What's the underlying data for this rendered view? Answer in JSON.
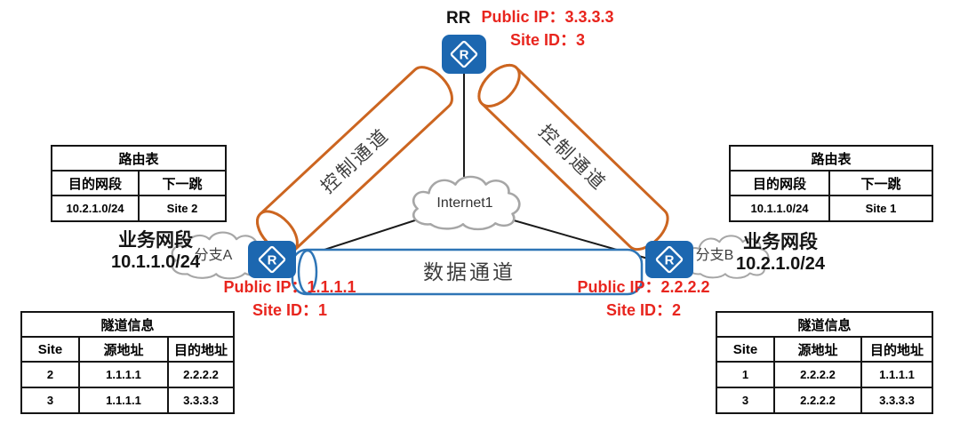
{
  "colors": {
    "red_text": "#e8251e",
    "control_channel_orange": "#cc6520",
    "data_channel_blue": "#2e75b6",
    "router_blue": "#1c67b0"
  },
  "router_icon_letter": "R",
  "internet_label": "Internet1",
  "channels": {
    "control_left_label": "控制通道",
    "control_right_label": "控制通道",
    "data_label": "数据通道"
  },
  "rr": {
    "name": "RR",
    "public_ip_line": "Public IP：3.3.3.3",
    "site_id_line": "Site ID：3"
  },
  "branch_a": {
    "cloud_label": "分支A",
    "service_segment_label": "业务网段",
    "service_segment_cidr": "10.1.1.0/24",
    "public_ip_line": "Public IP：1.1.1.1",
    "site_id_line": "Site ID：1"
  },
  "branch_b": {
    "cloud_label": "分支B",
    "service_segment_label": "业务网段",
    "service_segment_cidr": "10.2.1.0/24",
    "public_ip_line": "Public IP：2.2.2.2",
    "site_id_line": "Site ID：2"
  },
  "route_table_a": {
    "title": "路由表",
    "col_dest": "目的网段",
    "col_nexthop": "下一跳",
    "rows": [
      {
        "dest": "10.2.1.0/24",
        "nexthop": "Site 2"
      }
    ]
  },
  "route_table_b": {
    "title": "路由表",
    "col_dest": "目的网段",
    "col_nexthop": "下一跳",
    "rows": [
      {
        "dest": "10.1.1.0/24",
        "nexthop": "Site 1"
      }
    ]
  },
  "tunnel_table_a": {
    "title": "隧道信息",
    "col_site": "Site",
    "col_src": "源地址",
    "col_dst": "目的地址",
    "rows": [
      {
        "site": "2",
        "src": "1.1.1.1",
        "dst": "2.2.2.2"
      },
      {
        "site": "3",
        "src": "1.1.1.1",
        "dst": "3.3.3.3"
      }
    ]
  },
  "tunnel_table_b": {
    "title": "隧道信息",
    "col_site": "Site",
    "col_src": "源地址",
    "col_dst": "目的地址",
    "rows": [
      {
        "site": "1",
        "src": "2.2.2.2",
        "dst": "1.1.1.1"
      },
      {
        "site": "3",
        "src": "2.2.2.2",
        "dst": "3.3.3.3"
      }
    ]
  }
}
